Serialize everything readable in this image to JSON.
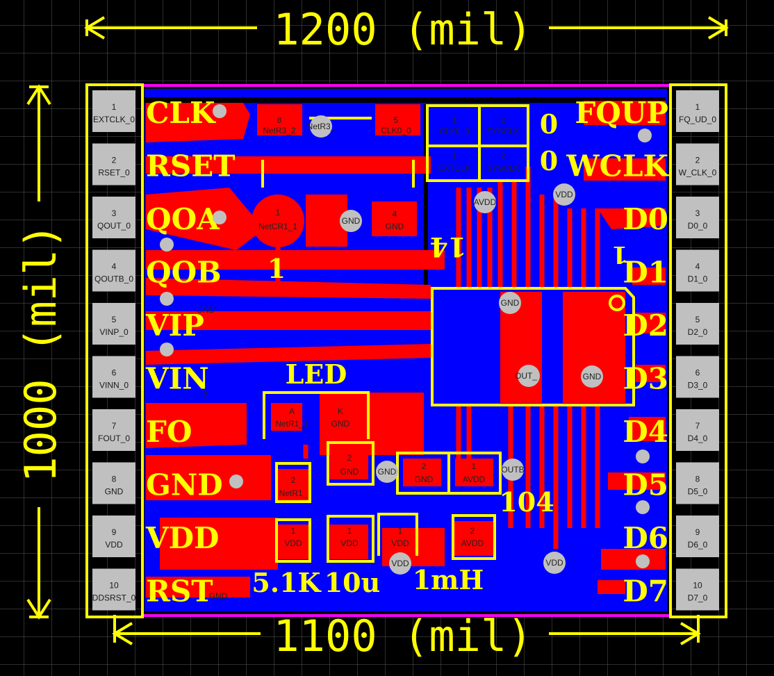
{
  "dimensions": {
    "top": "1200 (mil)",
    "bottom": "1100 (mil)",
    "left": "1000 (mil)"
  },
  "left_header": {
    "pins": [
      {
        "num": "1",
        "net": "EXTCLK_0",
        "label": "CLK"
      },
      {
        "num": "2",
        "net": "RSET_0",
        "label": "RSET"
      },
      {
        "num": "3",
        "net": "QOUT_0",
        "label": "QOA"
      },
      {
        "num": "4",
        "net": "QOUTB_0",
        "label": "QOB"
      },
      {
        "num": "5",
        "net": "VINP_0",
        "label": "VIP"
      },
      {
        "num": "6",
        "net": "VINN_0",
        "label": "VIN"
      },
      {
        "num": "7",
        "net": "FOUT_0",
        "label": "FO"
      },
      {
        "num": "8",
        "net": "GND",
        "label": "GND"
      },
      {
        "num": "9",
        "net": "VDD",
        "label": "VDD"
      },
      {
        "num": "10",
        "net": "DDSRST_0",
        "label": "RST"
      }
    ]
  },
  "right_header": {
    "pins": [
      {
        "num": "1",
        "net": "FQ_UD_0",
        "label": "FQUP"
      },
      {
        "num": "2",
        "net": "W_CLK_0",
        "label": "WCLK"
      },
      {
        "num": "3",
        "net": "D0_0",
        "label": "D0"
      },
      {
        "num": "4",
        "net": "D1_0",
        "label": "D1"
      },
      {
        "num": "5",
        "net": "D2_0",
        "label": "D2"
      },
      {
        "num": "6",
        "net": "D3_0",
        "label": "D3"
      },
      {
        "num": "7",
        "net": "D4_0",
        "label": "D4"
      },
      {
        "num": "8",
        "net": "D5_0",
        "label": "D5"
      },
      {
        "num": "9",
        "net": "D6_0",
        "label": "D6"
      },
      {
        "num": "10",
        "net": "D7_0",
        "label": "D7"
      }
    ]
  },
  "components": {
    "r3_pad8": {
      "num": "8",
      "net": "NetR3_2"
    },
    "r3_via": "NetR3_",
    "r3_pad5": {
      "num": "5",
      "net": "CLK0_0"
    },
    "j_clk_pad1": {
      "num": "1",
      "net": "CLK0_0"
    },
    "j_clk_pad2": {
      "num": "2",
      "net": "SYSCLK"
    },
    "j_ext_pad1": {
      "num": "1",
      "net": "EXTCLK"
    },
    "j_ext_pad2": {
      "num": "2",
      "net": "SYSCLK"
    },
    "zero_top": "0",
    "zero_bottom": "0",
    "cr1_pad": {
      "num": "1",
      "net": "NetCR1_1"
    },
    "cr1_gnd_via": "GND",
    "cr1_pad4": {
      "num": "4",
      "net": "GND"
    },
    "cr1_label": "1",
    "ic_pin_label": "14",
    "ic_pin1_mark": "1",
    "led_label": "LED",
    "led_pad_a": {
      "num": "A",
      "net": "NetR1_1"
    },
    "led_pad_k": {
      "num": "K",
      "net": "GND"
    },
    "r1_pad2": {
      "num": "2",
      "net": "NetR1_"
    },
    "r1_pad1": {
      "num": "1",
      "net": "VDD"
    },
    "c_pad2": {
      "num": "2",
      "net": "GND"
    },
    "c_pad1": {
      "num": "1",
      "net": "VDD"
    },
    "l_pad1": {
      "num": "1",
      "net": "VDD"
    },
    "l_via": "VDD",
    "cap104_pad2": {
      "num": "2",
      "net": "GND"
    },
    "cap104_pad1": {
      "num": "1",
      "net": "AVDD"
    },
    "l_pad2": {
      "num": "2",
      "net": "AVDD"
    },
    "cap104_label": "104",
    "r_value": "5.1K",
    "c_value": "10u",
    "l_value": "1mH",
    "gnd_via_mid": "GND",
    "outb_via": "OUTB",
    "avdd_via": "AVDD",
    "vdd_via_top": "VDD",
    "ic_gnd_top": "GND",
    "ic_gnd_right": "GND",
    "ic_out_via": "OUT_",
    "vdd_via_bottom": "VDD",
    "left_small_2": "2",
    "left_gnd_small": "GND",
    "bottom_gnd_small": "GND"
  },
  "colors": {
    "background": "#000000",
    "grid": "#555555",
    "bottom_layer": "#0000ff",
    "top_layer": "#ff0000",
    "silkscreen": "#ffff00",
    "board_outline": "#ff00ff",
    "pad": "#c0c0c0"
  }
}
